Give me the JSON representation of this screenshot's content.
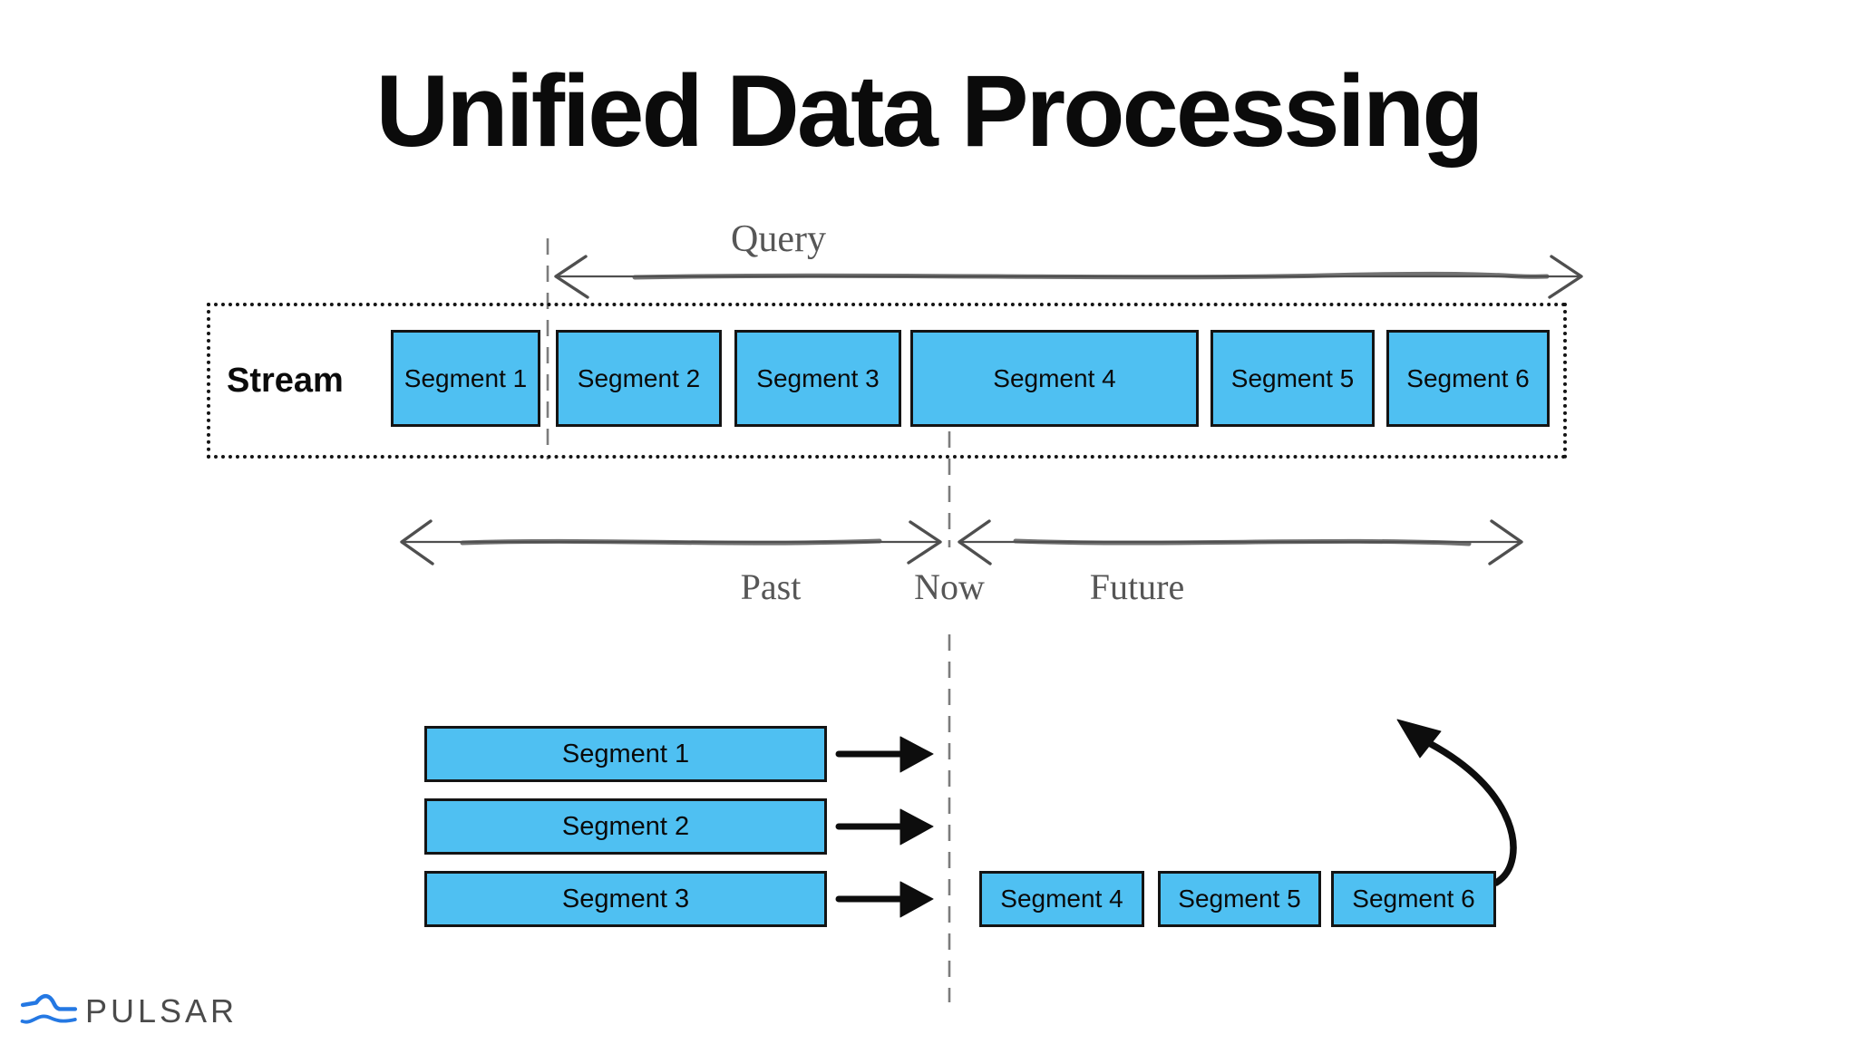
{
  "title": "Unified Data Processing",
  "timeline": {
    "query": "Query",
    "past": "Past",
    "now": "Now",
    "future": "Future"
  },
  "stream": {
    "label": "Stream",
    "segments": [
      "Segment 1",
      "Segment 2",
      "Segment 3",
      "Segment 4",
      "Segment 5",
      "Segment 6"
    ]
  },
  "replay": {
    "past_segments": [
      "Segment 1",
      "Segment 2",
      "Segment 3"
    ],
    "future_segments": [
      "Segment 4",
      "Segment 5",
      "Segment 6"
    ]
  },
  "logo": {
    "text": "PULSAR"
  },
  "colors": {
    "background": "#ffffff",
    "title-color": "#0b0b0b",
    "segment-fill": "#4FC0F2",
    "segment-border": "#141414",
    "sketch-stroke": "#4f4f4f",
    "dashed-stroke": "#7c7c7c",
    "hand-label": "#565656",
    "ink": "#0d0d0d",
    "logo-blue": "#2478e3",
    "logo-text": "#4b4b4b"
  }
}
